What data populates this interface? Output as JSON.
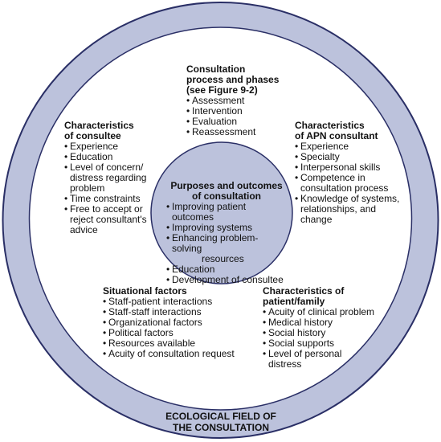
{
  "colors": {
    "ring_fill": "#bcc2dc",
    "ring_stroke": "#2a2f66",
    "background": "#ffffff"
  },
  "process": {
    "title": [
      "Consultation",
      "process and phases",
      "(see Figure 9-2)"
    ],
    "items": [
      "Assessment",
      "Intervention",
      "Evaluation",
      "Reassessment"
    ]
  },
  "consultee": {
    "title": [
      "Characteristics",
      "of consultee"
    ],
    "items": [
      [
        "Experience"
      ],
      [
        "Education"
      ],
      [
        "Level of concern/",
        "distress regarding",
        "problem"
      ],
      [
        "Time constraints"
      ],
      [
        "Free to accept or",
        "reject consultant's",
        "advice"
      ]
    ]
  },
  "apn": {
    "title": [
      "Characteristics",
      "of APN consultant"
    ],
    "items": [
      [
        "Experience"
      ],
      [
        "Specialty"
      ],
      [
        "Interpersonal skills"
      ],
      [
        "Competence in",
        "consultation process"
      ],
      [
        "Knowledge of systems,",
        "relationships, and",
        "change"
      ]
    ]
  },
  "purposes": {
    "title": [
      "Purposes and outcomes",
      "of consultation"
    ],
    "items": [
      [
        "Improving patient outcomes"
      ],
      [
        "Improving systems"
      ],
      [
        "Enhancing problem-solving",
        "resources"
      ],
      [
        "Education"
      ],
      [
        "Development of consultee"
      ]
    ]
  },
  "situational": {
    "title": [
      "Situational factors"
    ],
    "items": [
      "Staff-patient interactions",
      "Staff-staff interactions",
      "Organizational factors",
      "Political factors",
      "Resources available",
      "Acuity of consultation request"
    ]
  },
  "patient": {
    "title": [
      "Characteristics of",
      "patient/family"
    ],
    "items": [
      [
        "Acuity of clinical problem"
      ],
      [
        "Medical history"
      ],
      [
        "Social history"
      ],
      [
        "Social supports"
      ],
      [
        "Level of personal",
        "distress"
      ]
    ]
  },
  "field": {
    "label": [
      "ECOLOGICAL FIELD OF",
      "THE CONSULTATION"
    ]
  }
}
